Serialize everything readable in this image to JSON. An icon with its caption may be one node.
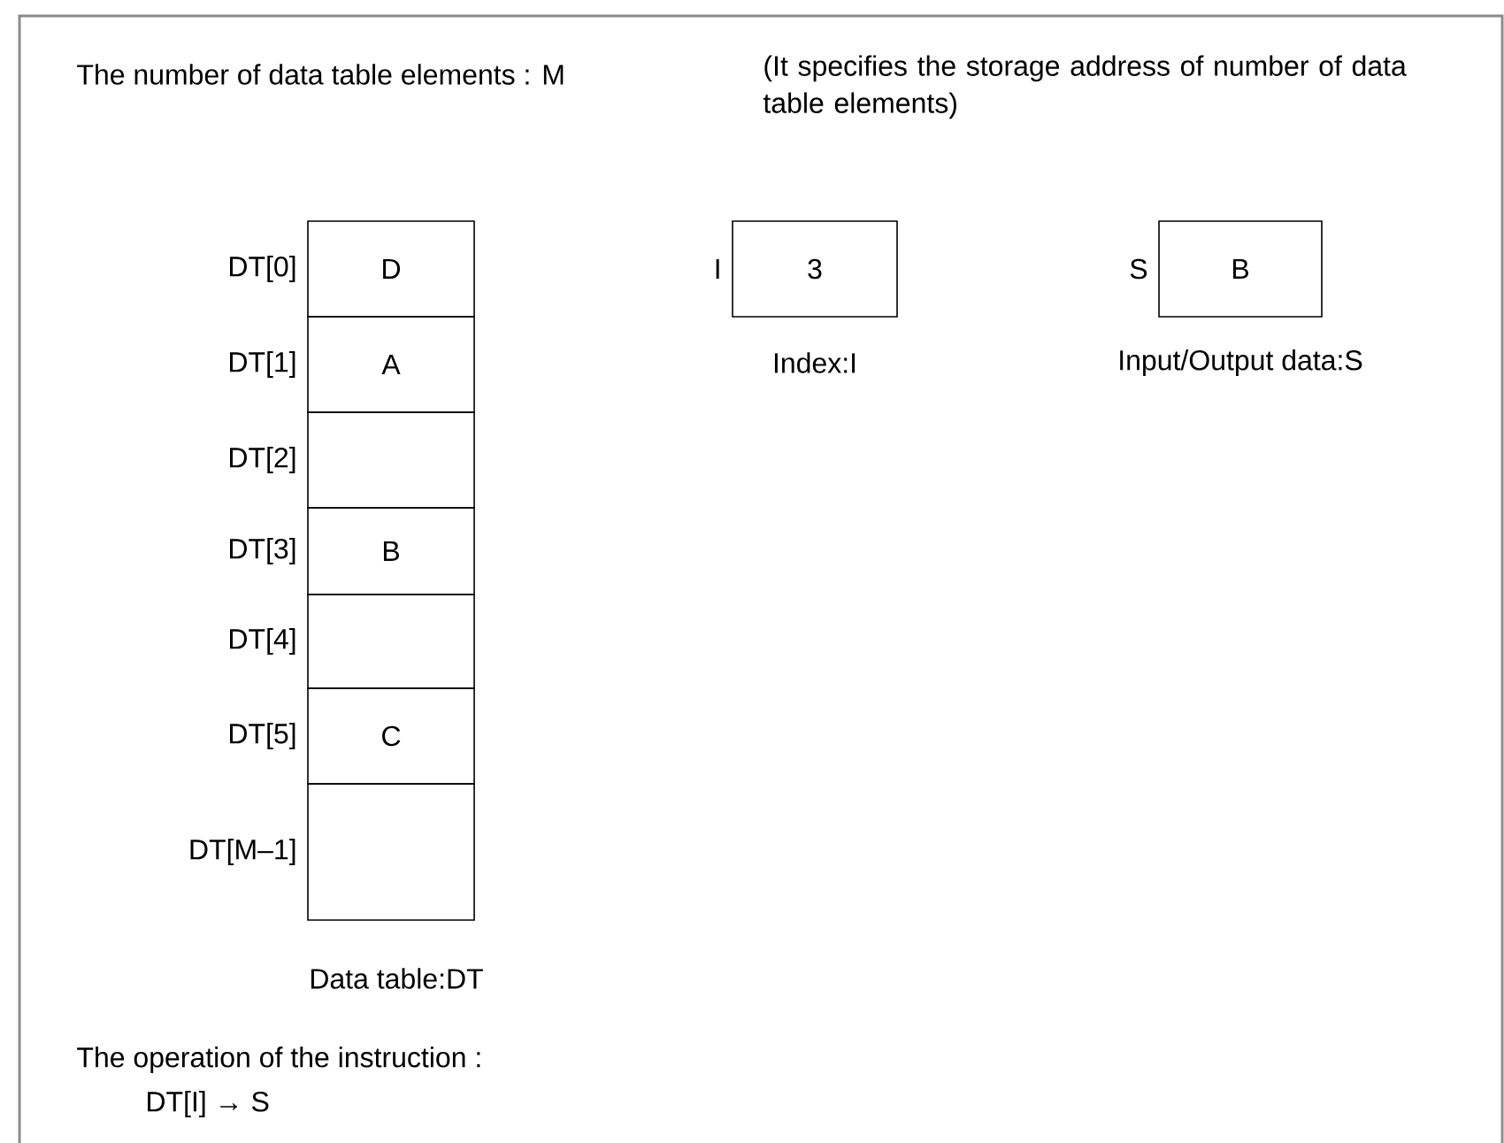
{
  "diagram": {
    "nodes": [
      {
        "text": [
          "D"
        ],
        "beside": [
          "DT[0]"
        ]
      },
      {
        "text": [
          "A"
        ],
        "beside": [
          "DT[1]"
        ]
      },
      {
        "text": [],
        "shape": "box",
        "beside": [
          "DT[2]"
        ]
      },
      {
        "text": [
          "B"
        ],
        "beside": [
          "DT[3]"
        ]
      },
      {
        "text": [],
        "shape": "box",
        "beside": [
          "DT[4]"
        ]
      },
      {
        "text": [
          "C"
        ],
        "beside": [
          "DT[5]"
        ]
      },
      {
        "text": [],
        "shape": "box",
        "beside": [
          "DT[M–1]"
        ]
      },
      {
        "text": [
          "3"
        ],
        "beside": [
          "I",
          "Index:I"
        ]
      },
      {
        "text": [
          "B"
        ],
        "beside": [
          "S",
          "Input/Output data:S"
        ]
      }
    ],
    "edges": [],
    "labels": [
      "The number of data table elements  : M",
      "(It specifies the storage address of number of data table elements)",
      "Data table:DT",
      "The operation of the instruction :",
      "DT[I] → S"
    ]
  }
}
